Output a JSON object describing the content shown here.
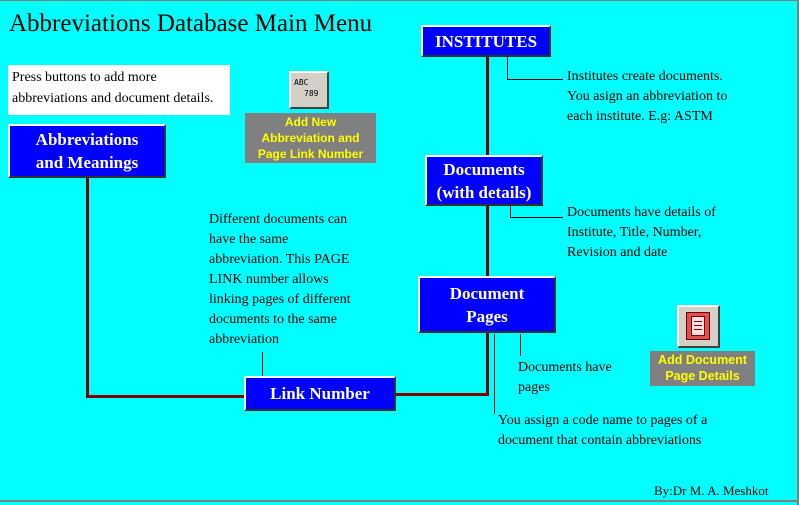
{
  "title": "Abbreviations Database Main Menu",
  "instructions": "Press buttons to add more abbreviations and document details.",
  "buttons": {
    "institutes": "INSTITUTES",
    "abbreviations_line1": "Abbreviations",
    "abbreviations_line2": "and Meanings",
    "documents_line1": "Documents",
    "documents_line2": "(with details)",
    "pages_line1": "Document",
    "pages_line2": "Pages",
    "link_number": "Link Number"
  },
  "add_abbreviation": {
    "icon_line1": "ABC",
    "icon_line2": "789",
    "caption_line1": "Add New",
    "caption_line2": "Abbreviation and",
    "caption_line3": "Page Link Number"
  },
  "add_page_details": {
    "caption_line1": "Add Document",
    "caption_line2": "Page Details"
  },
  "notes": {
    "institutes_1": "Institutes create documents.",
    "institutes_2": "You asign an abbreviation to",
    "institutes_3": "each institute.  E.g:  ASTM",
    "documents_1": "Documents have details of",
    "documents_2": "Institute, Title, Number,",
    "documents_3": "Revision and date",
    "link_1": "Different documents can",
    "link_2": "have the same",
    "link_3": "abbreviation.  This PAGE",
    "link_4": "LINK number allows",
    "link_5": "linking pages of different",
    "link_6": "documents to the same",
    "link_7": "abbreviation",
    "pages_1": "Documents have",
    "pages_2": "pages",
    "code_1": "You assign a code name to pages of a",
    "code_2": "document that contain abbreviations"
  },
  "author": "By:Dr M. A. Meshkot",
  "colors": {
    "background": "#00ffff",
    "button": "#0000ff",
    "connector": "#800000",
    "caption_text": "#ffff00",
    "caption_bg": "#808080"
  }
}
